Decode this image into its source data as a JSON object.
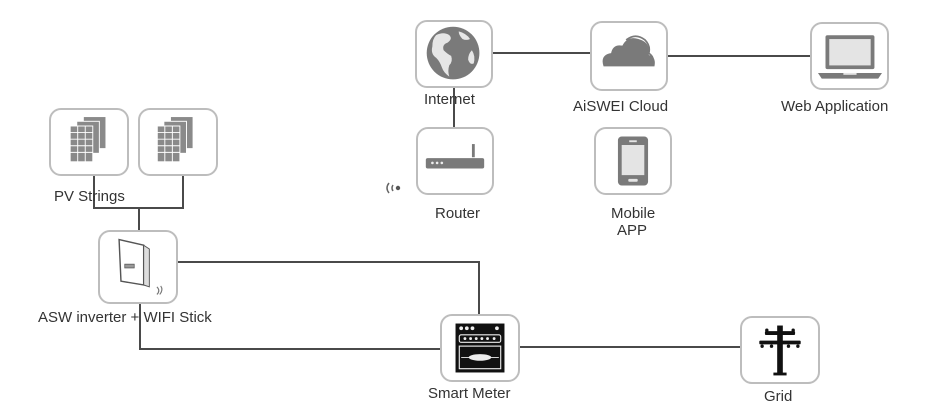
{
  "diagram": {
    "title": "ASW inverter monitoring topology",
    "nodes": {
      "pv_strings": {
        "label": "PV Strings",
        "icon": "solar-panel-icon"
      },
      "inverter": {
        "label": "ASW inverter + WIFI Stick",
        "icon": "inverter-icon"
      },
      "internet": {
        "label": "Internet",
        "icon": "globe-icon"
      },
      "router": {
        "label": "Router",
        "icon": "router-icon"
      },
      "cloud": {
        "label": "AiSWEI Cloud",
        "icon": "cloud-icon"
      },
      "mobile_app": {
        "label_line1": "Mobile",
        "label_line2": "APP",
        "icon": "smartphone-icon"
      },
      "web_app": {
        "label": "Web Application",
        "icon": "laptop-icon"
      },
      "smart_meter": {
        "label": "Smart Meter",
        "icon": "smart-meter-icon"
      },
      "grid": {
        "label": "Grid",
        "icon": "power-pole-icon"
      }
    },
    "connections": [
      [
        "pv_strings",
        "inverter"
      ],
      [
        "inverter",
        "smart_meter"
      ],
      [
        "inverter",
        "smart_meter"
      ],
      [
        "smart_meter",
        "grid"
      ],
      [
        "internet",
        "router"
      ],
      [
        "internet",
        "cloud"
      ],
      [
        "cloud",
        "web_app"
      ]
    ],
    "colors": {
      "line": "#4a4a4a",
      "icon": "#7a7a7a",
      "border": "#bdbdbd"
    }
  }
}
